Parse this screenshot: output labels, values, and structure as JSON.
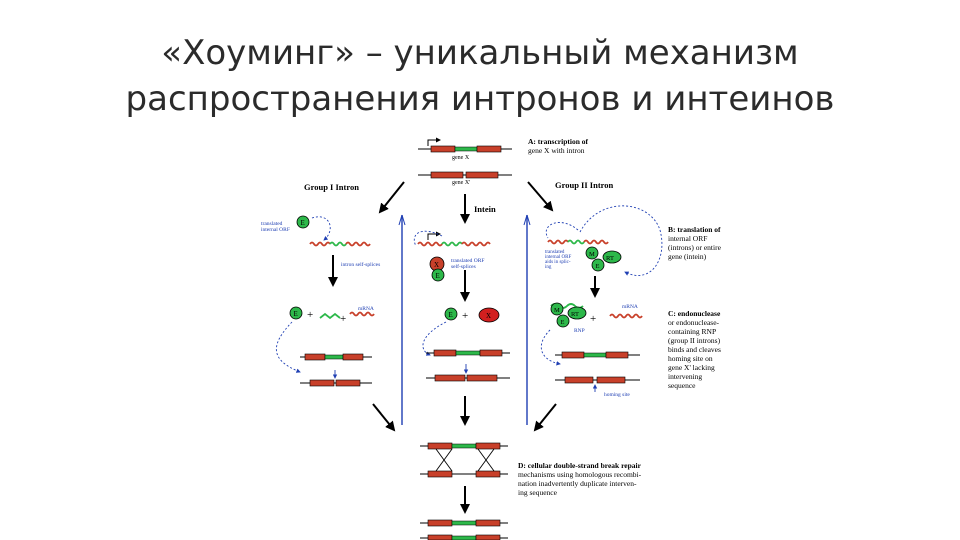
{
  "slide": {
    "title_line1": "«Хоуминг» – уникальный механизм",
    "title_line2": "распространения интронов и интеинов"
  },
  "diagram": {
    "gene_x": "gene X",
    "gene_x_prime": "gene X'",
    "group1": "Group I Intron",
    "group2": "Group II Intron",
    "intein": "Intein",
    "panel_a_1": "A: transcription of",
    "panel_a_2": "gene X with intron",
    "panel_b": [
      "B: translation of",
      "internal ORF",
      "(introns) or entire",
      "gene (intein)"
    ],
    "panel_c": [
      "C: endonuclease",
      "or endonuclease-",
      "containing RNP",
      "(group II introns)",
      "binds and cleaves",
      "homing site on",
      "gene X' lacking",
      "intervening",
      "sequence"
    ],
    "panel_d": [
      "D: cellular double-strand break repair",
      "mechanisms using homologous recombi-",
      "nation inadvertently duplicate interven-",
      "ing sequence"
    ],
    "g1_orf": [
      "translated",
      "internal ORF"
    ],
    "g1_splice": "intron self-splices",
    "mrna": "mRNA",
    "intein_orf": [
      "translated ORF",
      "self-splices"
    ],
    "g2_orf": [
      "translated",
      "internal ORF",
      "aids in splic-",
      "ing"
    ],
    "rnp": "RNP",
    "homing_site": "homing site",
    "letter_e": "E",
    "letter_x": "X",
    "letter_m": "M",
    "letter_rt": "RT",
    "plus": "+"
  }
}
